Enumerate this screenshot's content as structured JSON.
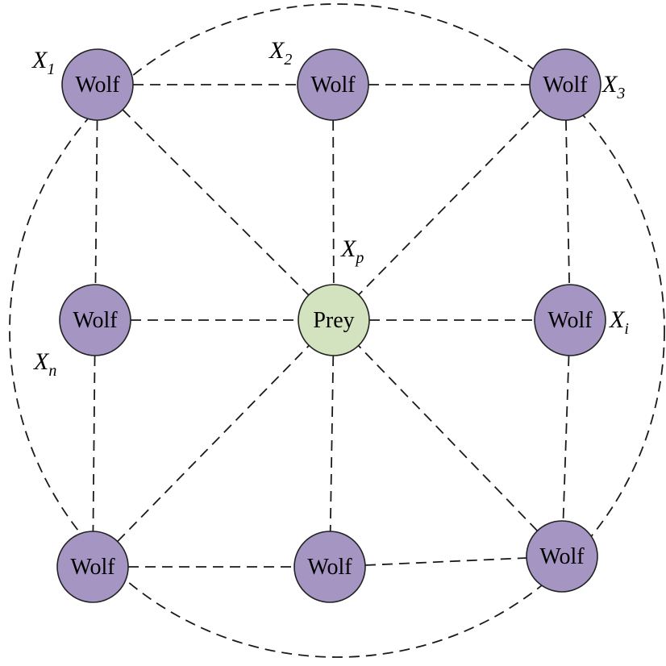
{
  "colors": {
    "wolf_fill": "#a595c3",
    "prey_fill": "#d4e3bf",
    "stroke": "#222222"
  },
  "nodes": [
    {
      "id": "w1",
      "text": "Wolf",
      "kind": "wolf"
    },
    {
      "id": "w2",
      "text": "Wolf",
      "kind": "wolf"
    },
    {
      "id": "w3",
      "text": "Wolf",
      "kind": "wolf"
    },
    {
      "id": "wn",
      "text": "Wolf",
      "kind": "wolf"
    },
    {
      "id": "prey",
      "text": "Prey",
      "kind": "prey"
    },
    {
      "id": "wi",
      "text": "Wolf",
      "kind": "wolf"
    },
    {
      "id": "bl",
      "text": "Wolf",
      "kind": "wolf"
    },
    {
      "id": "bm",
      "text": "Wolf",
      "kind": "wolf"
    },
    {
      "id": "br",
      "text": "Wolf",
      "kind": "wolf"
    }
  ],
  "labels": [
    {
      "id": "x1",
      "base": "X",
      "sub": "1"
    },
    {
      "id": "x2",
      "base": "X",
      "sub": "2"
    },
    {
      "id": "x3",
      "base": "X",
      "sub": "3"
    },
    {
      "id": "xp",
      "base": "X",
      "sub": "p"
    },
    {
      "id": "xi",
      "base": "X",
      "sub": "i"
    },
    {
      "id": "xn",
      "base": "X",
      "sub": "n"
    }
  ],
  "edges": [
    [
      "w1",
      "w2"
    ],
    [
      "w2",
      "w3"
    ],
    [
      "w1",
      "wn"
    ],
    [
      "wn",
      "bl"
    ],
    [
      "w3",
      "wi"
    ],
    [
      "wi",
      "br"
    ],
    [
      "bl",
      "bm"
    ],
    [
      "bm",
      "br"
    ],
    [
      "wn",
      "prey"
    ],
    [
      "prey",
      "wi"
    ],
    [
      "w2",
      "prey"
    ],
    [
      "prey",
      "bm"
    ],
    [
      "w1",
      "prey"
    ],
    [
      "w3",
      "prey"
    ],
    [
      "bl",
      "prey"
    ],
    [
      "br",
      "prey"
    ]
  ]
}
